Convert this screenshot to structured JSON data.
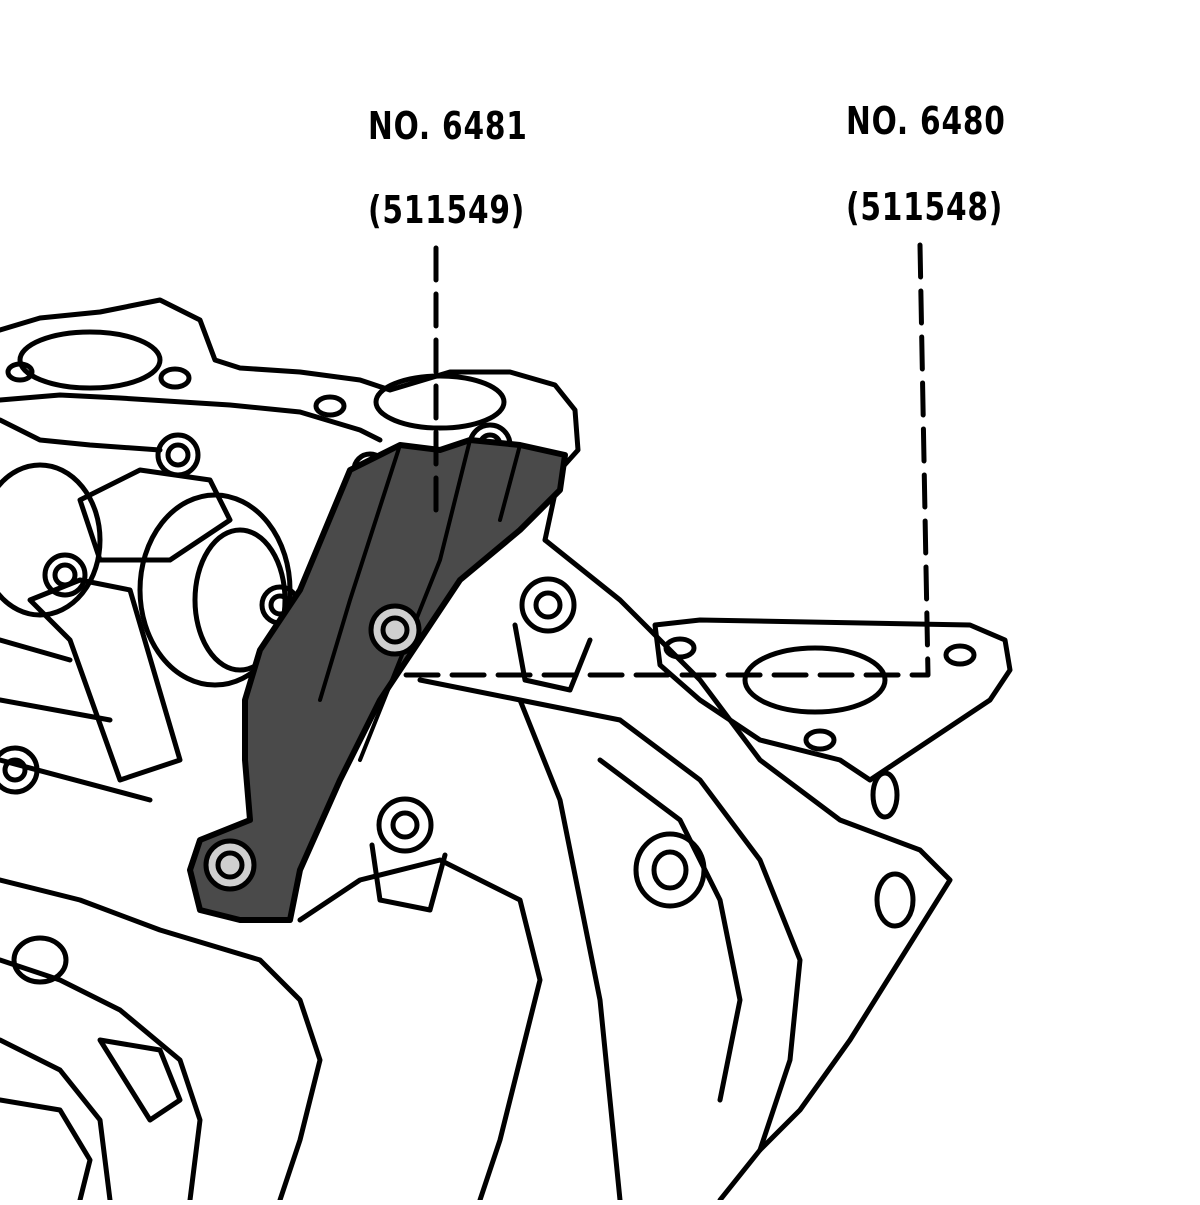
{
  "callouts": [
    {
      "number": "NO. 6481",
      "part": "(511549)"
    },
    {
      "number": "NO. 6480",
      "part": "(511548)"
    }
  ],
  "colors": {
    "line": "#000000",
    "tool_fill": "#4a4a4a",
    "background": "#ffffff"
  }
}
